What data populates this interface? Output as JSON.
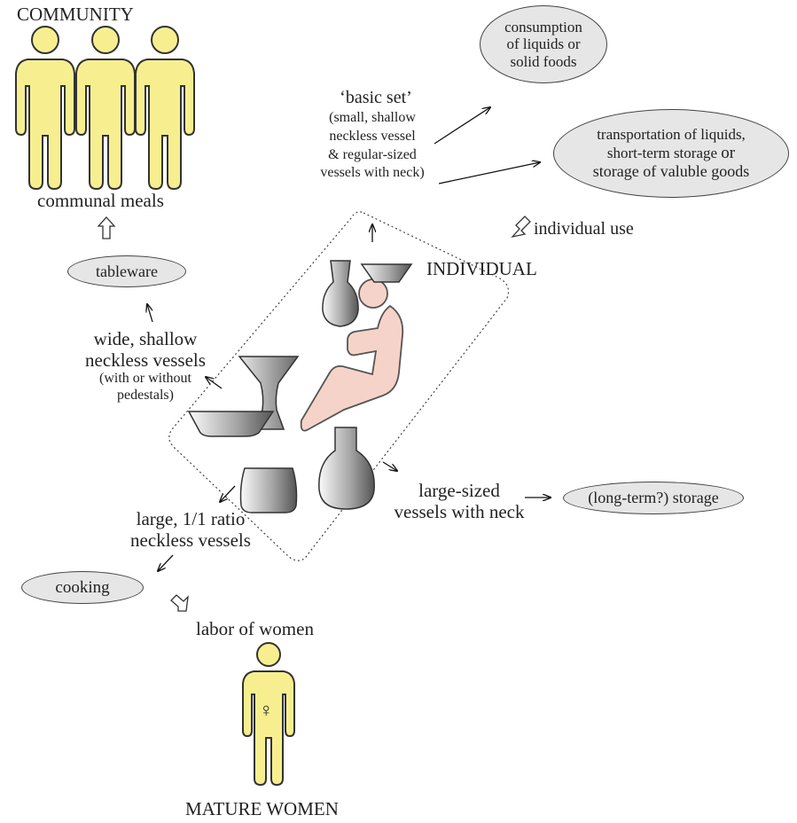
{
  "community": {
    "title": "COMMUNITY",
    "caption": "communal meals"
  },
  "tableware": {
    "label": "tableware",
    "vessel_line1": "wide, shallow",
    "vessel_line2": "neckless vessels",
    "vessel_note1": "(with or without",
    "vessel_note2": "pedestals)"
  },
  "basic_set": {
    "title": "‘basic set’",
    "line1": "(small, shallow",
    "line2": "neckless vessel",
    "line3": "& regular-sized",
    "line4": "vessels with neck)"
  },
  "uses": {
    "consumption_l1": "consumption",
    "consumption_l2": "of liquids or",
    "consumption_l3": "solid foods",
    "transport_l1": "transportation of liquids,",
    "transport_l2a": "short-term storage",
    "transport_l2b": "or",
    "transport_l3": "storage of valuble goods"
  },
  "individual": {
    "use_label": "individual use",
    "title": "INDIVIDUAL"
  },
  "large_neck": {
    "line1": "large-sized",
    "line2": "vessels with neck",
    "use": "(long-term?) storage"
  },
  "cooking": {
    "vessel_line1": "large, 1/1 ratio",
    "vessel_line2": "neckless vessels",
    "label": "cooking",
    "labor": "labor of women",
    "women_title": "MATURE WOMEN",
    "female_symbol": "♀"
  },
  "colors": {
    "person_fill": "#f7ef8f",
    "individual_fill": "#f6d3c8",
    "ellipse_fill": "#e6e6e6"
  }
}
